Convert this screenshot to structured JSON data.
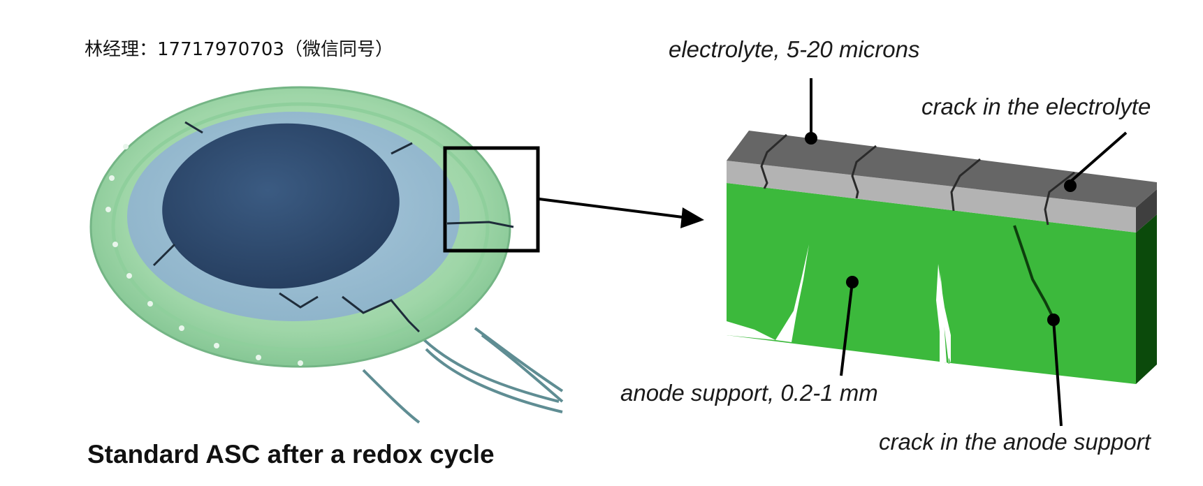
{
  "contact_line": "林经理：17717970703（微信同号）",
  "photo": {
    "caption": "Standard ASC after a redox cycle"
  },
  "schematic": {
    "labels": {
      "electrolyte": "electrolyte, 5-20 microns",
      "crack_electrolyte": "crack in the electrolyte",
      "anode_support": "anode support, 0.2-1 mm",
      "crack_anode": "crack in the anode support"
    }
  },
  "colors": {
    "anode_green": "#3cb93c",
    "anode_side_dark": "#0b4a0b",
    "electrolyte_front": "#b3b3b3",
    "electrolyte_top": "#666666",
    "cell_outer_green": "#a6d9b0",
    "cell_center_blue": "#2f4a6e"
  }
}
